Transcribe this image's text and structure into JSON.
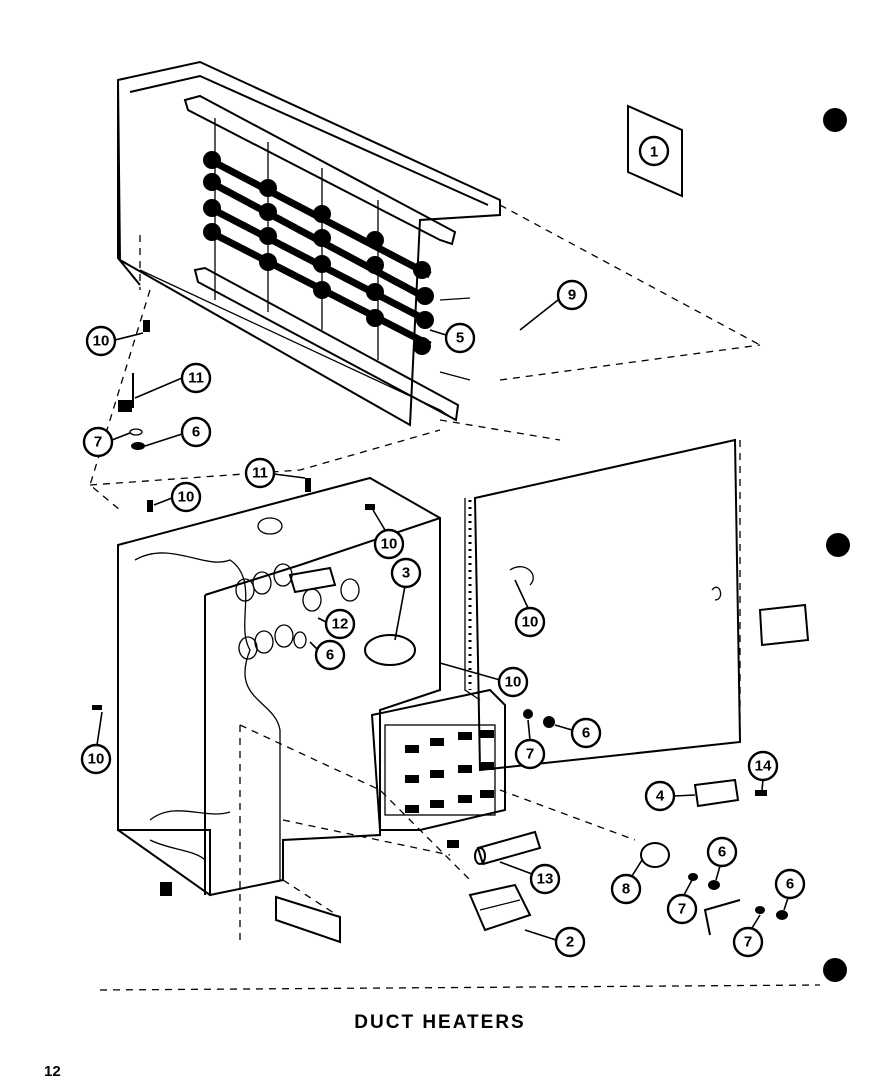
{
  "diagram": {
    "caption": "DUCT HEATERS",
    "page_number": "12",
    "key_symbol": "1",
    "callouts": [
      {
        "id": "c-9-top",
        "label": "9"
      },
      {
        "id": "c-5-top",
        "label": "5"
      },
      {
        "id": "c-10-a",
        "label": "10"
      },
      {
        "id": "c-11-a",
        "label": "11"
      },
      {
        "id": "c-7-a",
        "label": "7"
      },
      {
        "id": "c-6-a",
        "label": "6"
      },
      {
        "id": "c-11-b",
        "label": "11"
      },
      {
        "id": "c-10-b",
        "label": "10"
      },
      {
        "id": "c-10-c",
        "label": "10"
      },
      {
        "id": "c-3",
        "label": "3"
      },
      {
        "id": "c-12",
        "label": "12"
      },
      {
        "id": "c-6-b",
        "label": "6"
      },
      {
        "id": "c-10-d",
        "label": "10"
      },
      {
        "id": "c-10-e",
        "label": "10"
      },
      {
        "id": "c-10-f",
        "label": "10"
      },
      {
        "id": "c-7-b",
        "label": "7"
      },
      {
        "id": "c-6-c",
        "label": "6"
      },
      {
        "id": "c-4",
        "label": "4"
      },
      {
        "id": "c-14",
        "label": "14"
      },
      {
        "id": "c-13",
        "label": "13"
      },
      {
        "id": "c-8",
        "label": "8"
      },
      {
        "id": "c-6-d",
        "label": "6"
      },
      {
        "id": "c-7-c",
        "label": "7"
      },
      {
        "id": "c-6-e",
        "label": "6"
      },
      {
        "id": "c-7-d",
        "label": "7"
      },
      {
        "id": "c-2",
        "label": "2"
      }
    ]
  }
}
